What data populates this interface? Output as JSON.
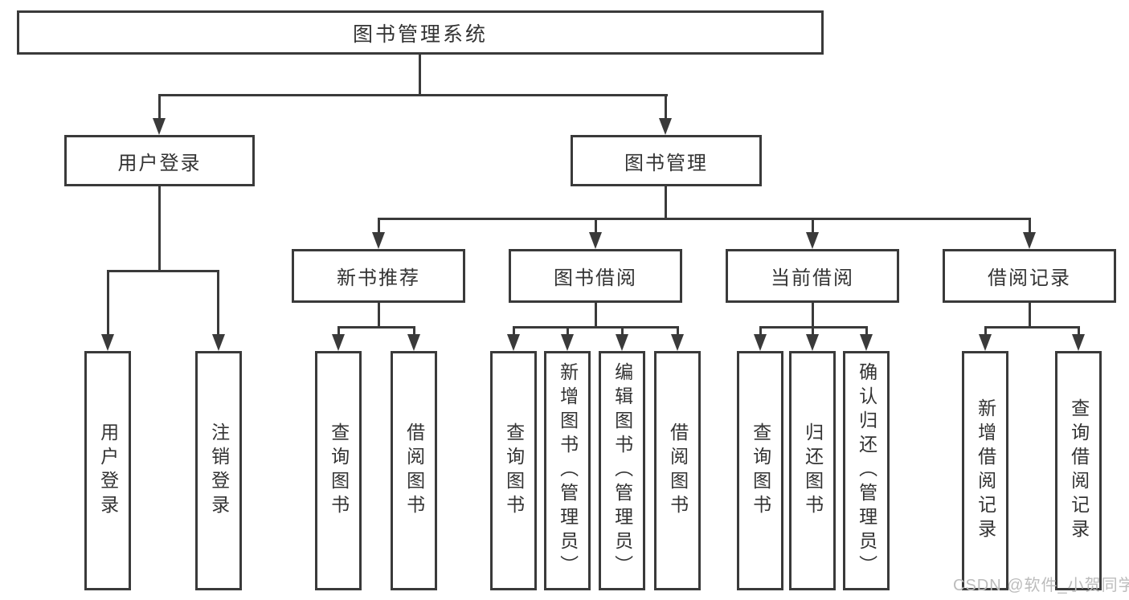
{
  "diagram": {
    "title": "图书管理系统",
    "root": {
      "label": "图书管理系统"
    },
    "level1": [
      {
        "label": "用户登录"
      },
      {
        "label": "图书管理"
      }
    ],
    "level2": [
      {
        "label": "新书推荐"
      },
      {
        "label": "图书借阅"
      },
      {
        "label": "当前借阅"
      },
      {
        "label": "借阅记录"
      }
    ],
    "leaves": {
      "user": [
        "用户登录",
        "注销登录"
      ],
      "newbook": [
        "查询图书",
        "借阅图书"
      ],
      "borrow": [
        "查询图书",
        "新增图书（管理员）",
        "编辑图书（管理员）",
        "借阅图书"
      ],
      "current": [
        "查询图书",
        "归还图书",
        "确认归还（管理员）"
      ],
      "records": [
        "新增借阅记录",
        "查询借阅记录"
      ]
    },
    "colors": {
      "line": "#3a3a3a",
      "text": "#333333",
      "background": "#ffffff",
      "watermark": "#bcbcbc"
    }
  },
  "watermark": {
    "text": "CSDN @软件_小贺同学"
  }
}
